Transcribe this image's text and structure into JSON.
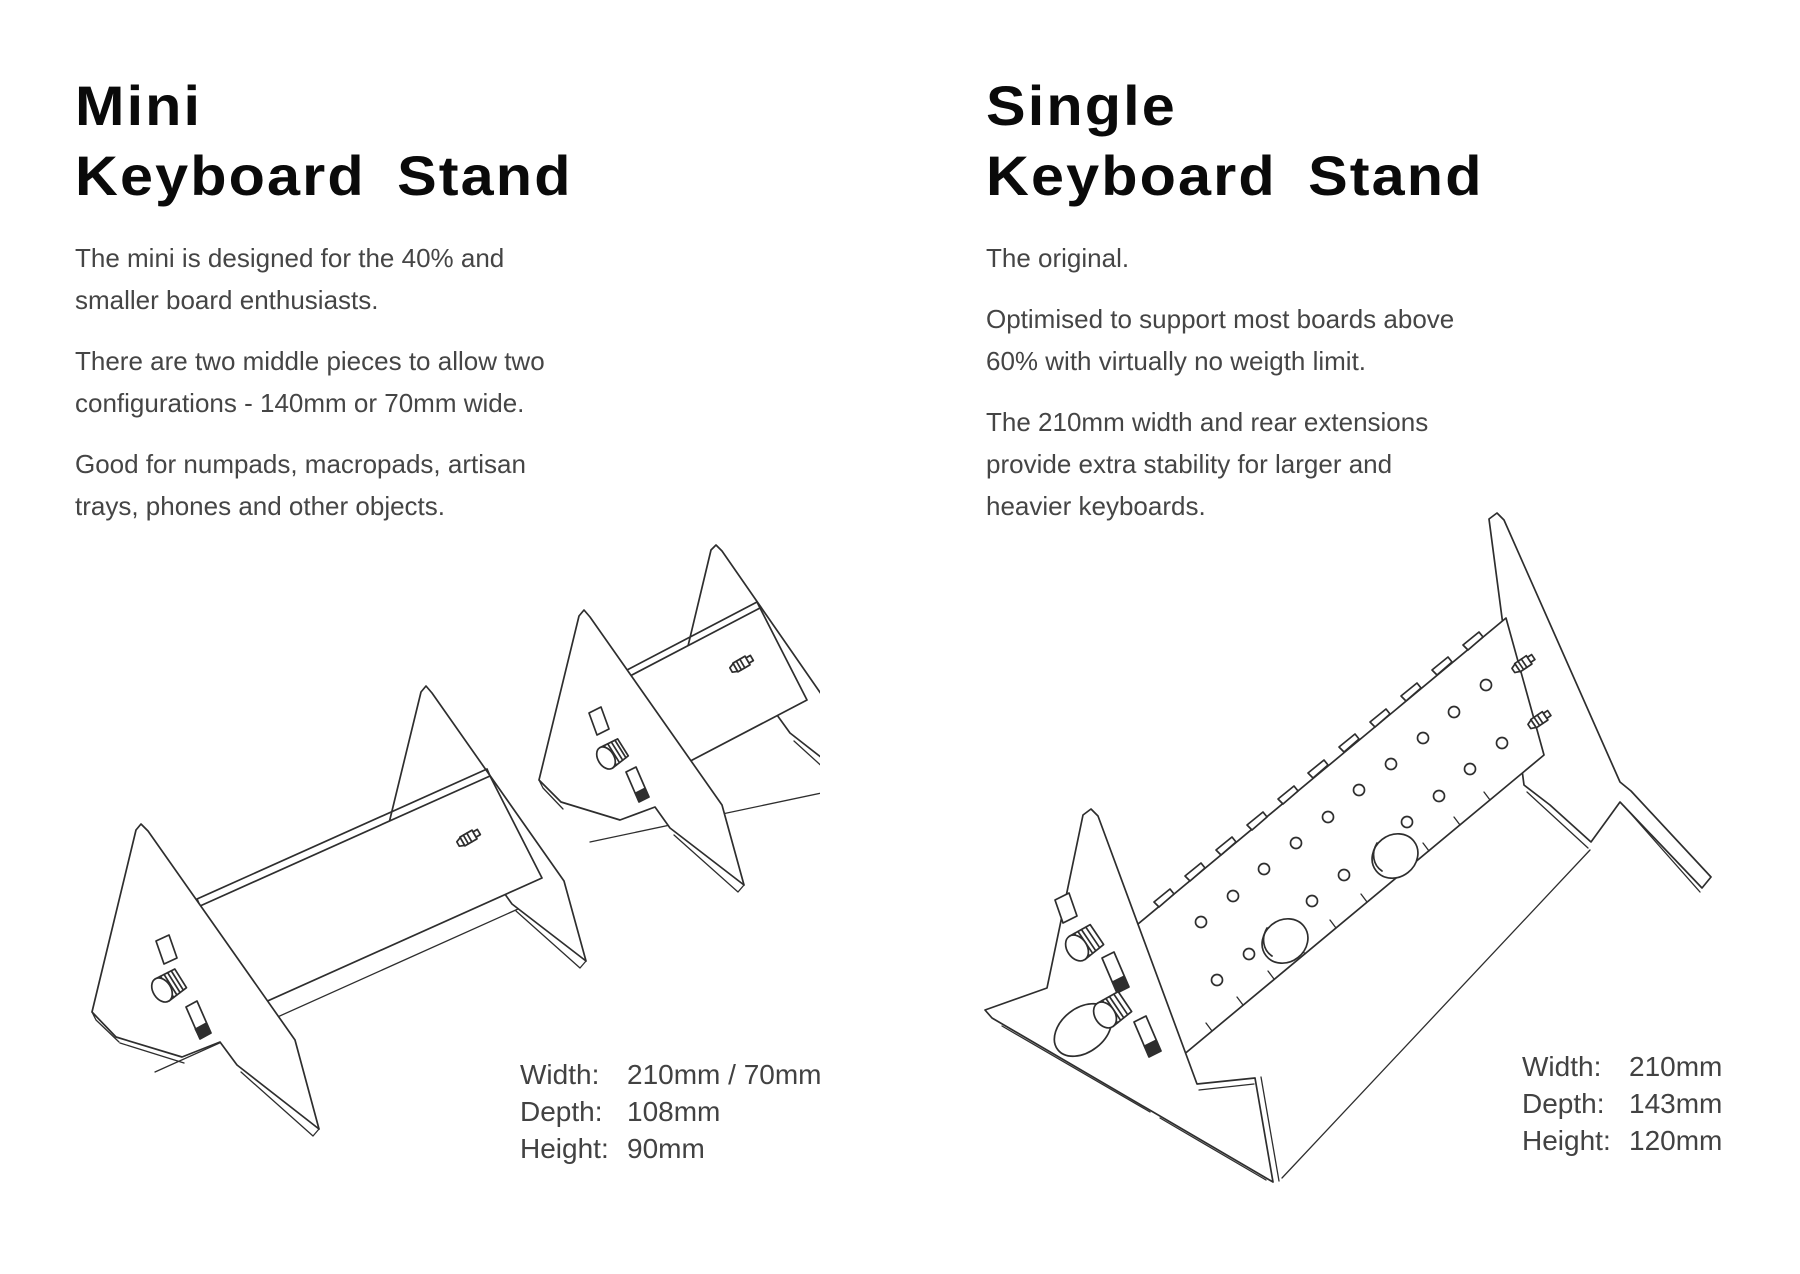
{
  "page": {
    "background": "#ffffff",
    "title_color": "#0a0a0a",
    "body_text_color": "#454545",
    "line_art_color": "#2e2e2e"
  },
  "products": [
    {
      "id": "mini",
      "title_line1": "Mini",
      "title_line2": "Keyboard Stand",
      "paragraphs": [
        "The mini is designed for the 40% and\nsmaller board enthusiasts.",
        "There are two middle pieces to allow two\nconfigurations - 140mm or 70mm wide.",
        "Good for numpads, macropads, artisan\ntrays, phones and other objects."
      ],
      "illustration": "mini-keyboard-stand-line-drawing",
      "specs": [
        {
          "label": "Width:",
          "value": "210mm / 70mm"
        },
        {
          "label": "Depth:",
          "value": "108mm"
        },
        {
          "label": "Height:",
          "value": "90mm"
        }
      ]
    },
    {
      "id": "single",
      "title_line1": "Single",
      "title_line2": "Keyboard Stand",
      "paragraphs": [
        "The original.",
        "Optimised to support most boards above\n60% with virtually no weigth limit.",
        "The 210mm width and rear extensions\nprovide extra stability for larger and\nheavier keyboards."
      ],
      "illustration": "single-keyboard-stand-line-drawing",
      "specs": [
        {
          "label": "Width:",
          "value": "210mm"
        },
        {
          "label": "Depth:",
          "value": "143mm"
        },
        {
          "label": "Height:",
          "value": "120mm"
        }
      ]
    }
  ]
}
